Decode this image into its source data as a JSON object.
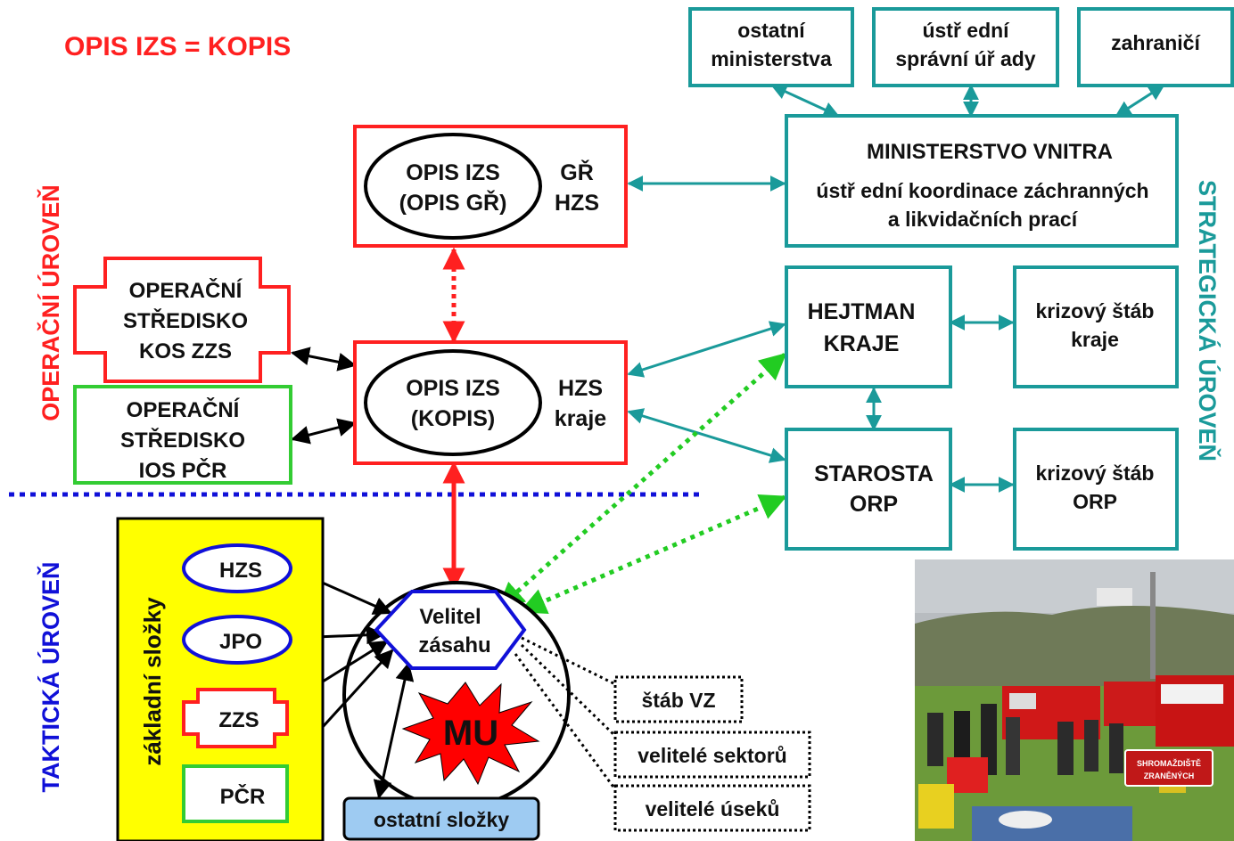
{
  "title": "OPIS IZS = KOPIS",
  "levels": {
    "operational": "OPERAČNÍ ÚROVEŇ",
    "tactical": "TAKTICKÁ ÚROVEŇ",
    "strategic": "STRATEGICKÁ ÚROVEŇ"
  },
  "top_boxes": {
    "ministries": [
      "ostatní",
      "ministerstva"
    ],
    "central_offices": [
      "ústř ední",
      "správní úř ady"
    ],
    "abroad": "zahraničí"
  },
  "ministry_interior": {
    "title": "MINISTERSTVO VNITRA",
    "subtitle": [
      "ústř ední koordinace záchranných",
      "a likvidačních prací"
    ]
  },
  "opis_gr": {
    "ellipse": [
      "OPIS IZS",
      "(OPIS GŘ)"
    ],
    "side": [
      "GŘ",
      "HZS"
    ]
  },
  "opis_kopis": {
    "ellipse": [
      "OPIS IZS",
      "(KOPIS)"
    ],
    "side": [
      "HZS",
      "kraje"
    ]
  },
  "kos_zzs": [
    "OPERAČNÍ",
    "STŘEDISKO",
    "KOS ZZS"
  ],
  "ios_pcr": [
    "OPERAČNÍ",
    "STŘEDISKO",
    "IOS PČR"
  ],
  "hejtman": [
    "HEJTMAN",
    "KRAJE"
  ],
  "starosta": [
    "STAROSTA",
    "ORP"
  ],
  "krizovy_kraj": [
    "krizový štáb",
    "kraje"
  ],
  "krizovy_orp": [
    "krizový štáb",
    "ORP"
  ],
  "basic_units": {
    "label": "základní složky",
    "items": [
      "HZS",
      "JPO",
      "ZZS",
      "PČR"
    ]
  },
  "commander": [
    "Velitel",
    "zásahu"
  ],
  "incident": "MU",
  "staff_boxes": [
    "štáb VZ",
    "velitelé sektorů",
    "velitelé úseků"
  ],
  "other_units": "ostatní složky",
  "photo": {
    "sign": [
      "SHROMAŽDIŠTĚ",
      "ZRANĚNÝCH"
    ]
  },
  "colors": {
    "red": "#ff2020",
    "teal": "#1a9a9a",
    "green": "#33cc33",
    "blue": "#1010d8",
    "yellow": "#ffff00",
    "light_blue": "#9ecbf2"
  }
}
